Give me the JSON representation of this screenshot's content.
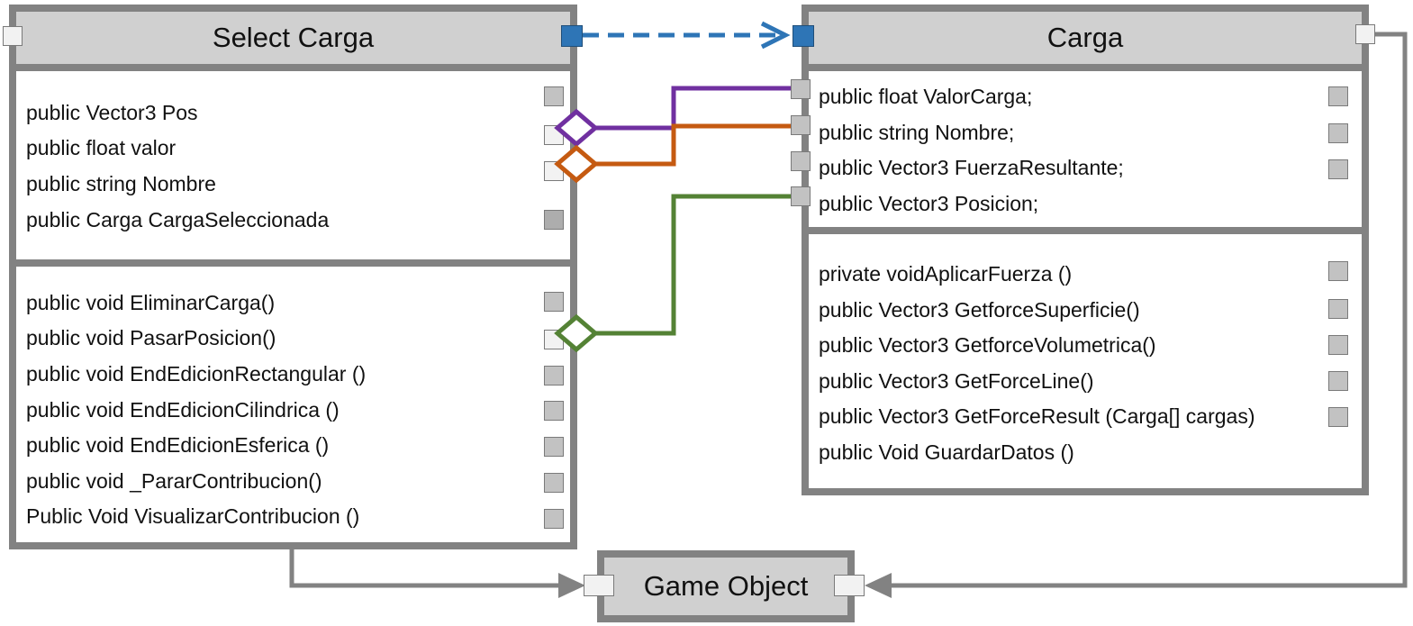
{
  "select_carga": {
    "title": "Select Carga",
    "fields": [
      "public Vector3 Pos",
      "public float valor",
      "public string Nombre",
      "public Carga CargaSeleccionada"
    ],
    "methods": [
      "public void EliminarCarga()",
      "public void PasarPosicion()",
      "public void EndEdicionRectangular ()",
      "public void EndEdicionCilindrica ()",
      "public void EndEdicionEsferica ()",
      "public void _PararContribucion()",
      "Public Void VisualizarContribucion ()"
    ]
  },
  "carga": {
    "title": "Carga",
    "fields": [
      "public float ValorCarga;",
      "public string Nombre;",
      "public Vector3 FuerzaResultante;",
      "public Vector3 Posicion;"
    ],
    "methods": [
      "private voidAplicarFuerza ()",
      "public Vector3 GetforceSuperficie()",
      "public Vector3 GetforceVolumetrica()",
      "public Vector3 GetForceLine()",
      "public Vector3 GetForceResult (Carga[] cargas)",
      "public Void GuardarDatos ()"
    ]
  },
  "game_object": {
    "title": "Game Object"
  },
  "colors": {
    "frame": "#828282",
    "header": "#d0d0d0",
    "reference_link": "#2e75b6",
    "link_valor": "#7030a0",
    "link_nombre": "#c55a11",
    "link_posicion": "#548235"
  }
}
